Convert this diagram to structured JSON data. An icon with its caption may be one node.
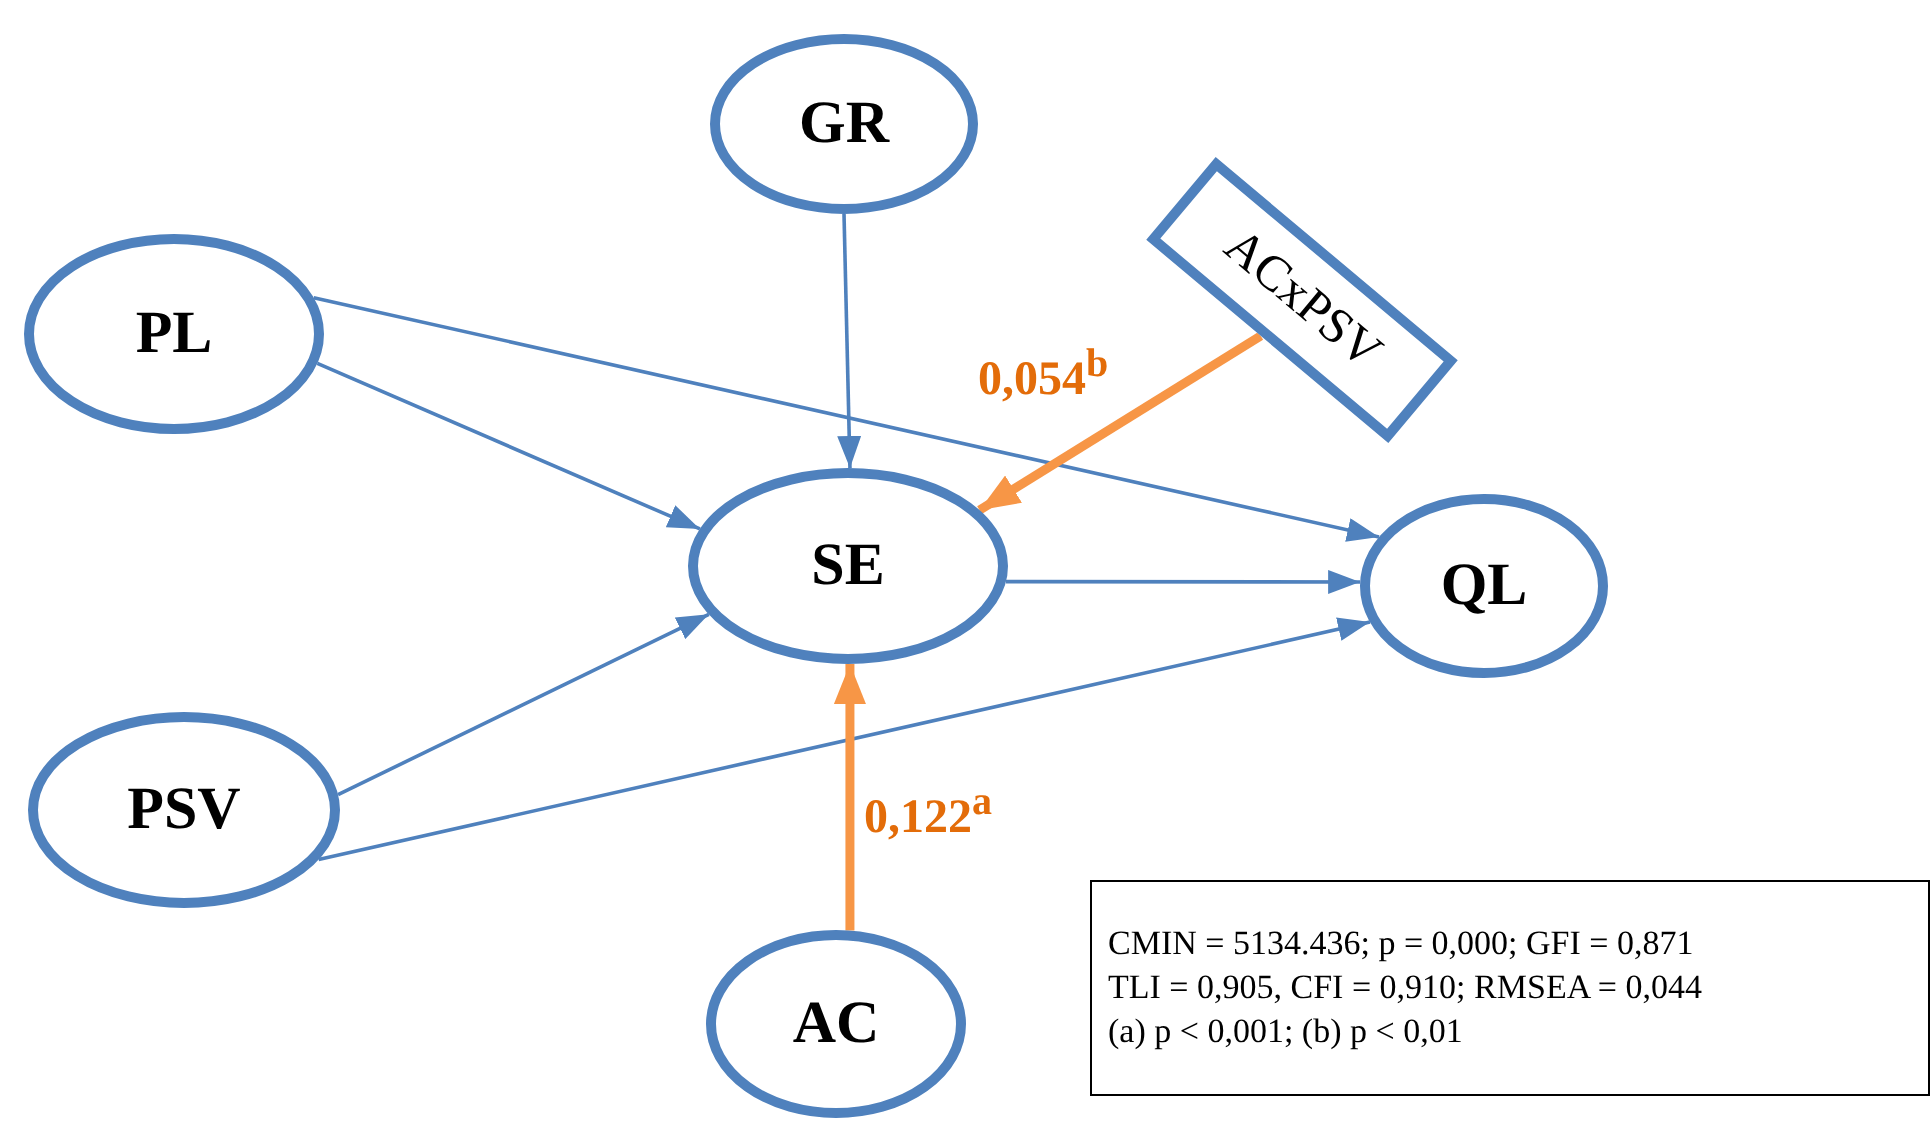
{
  "diagram": {
    "nodes": [
      {
        "text": [
          "GR"
        ]
      },
      {
        "text": [
          "PL"
        ]
      },
      {
        "text": [
          "ACxPSV"
        ]
      },
      {
        "text": [
          "SE"
        ]
      },
      {
        "text": [
          "QL"
        ]
      },
      {
        "text": [
          "PSV"
        ]
      },
      {
        "text": [
          "AC"
        ]
      },
      {
        "text": [
          "CMIN = 5134.436; p = 0,000; GFI = 0,871",
          "TLI = 0,905, CFI = 0,910; RMSEA = 0,044",
          "(a) p < 0,001; (b) p < 0,01"
        ]
      }
    ],
    "edges": [
      {
        "from": 0,
        "to": 3,
        "arrow": "to"
      },
      {
        "from": 1,
        "to": 3,
        "arrow": "to"
      },
      {
        "from": 1,
        "to": 4,
        "arrow": "to"
      },
      {
        "from": 2,
        "to": 3,
        "arrow": "to",
        "label": "0,054$^{b}$",
        "style": "thick",
        "color": "#f79646"
      },
      {
        "from": 3,
        "to": 4,
        "arrow": "to"
      },
      {
        "from": 5,
        "to": 3,
        "arrow": "to"
      },
      {
        "from": 5,
        "to": 4,
        "arrow": "to"
      },
      {
        "from": 6,
        "to": 3,
        "arrow": "to",
        "label": "0,122$^{a}$",
        "style": "thick",
        "color": "#f79646"
      }
    ]
  }
}
